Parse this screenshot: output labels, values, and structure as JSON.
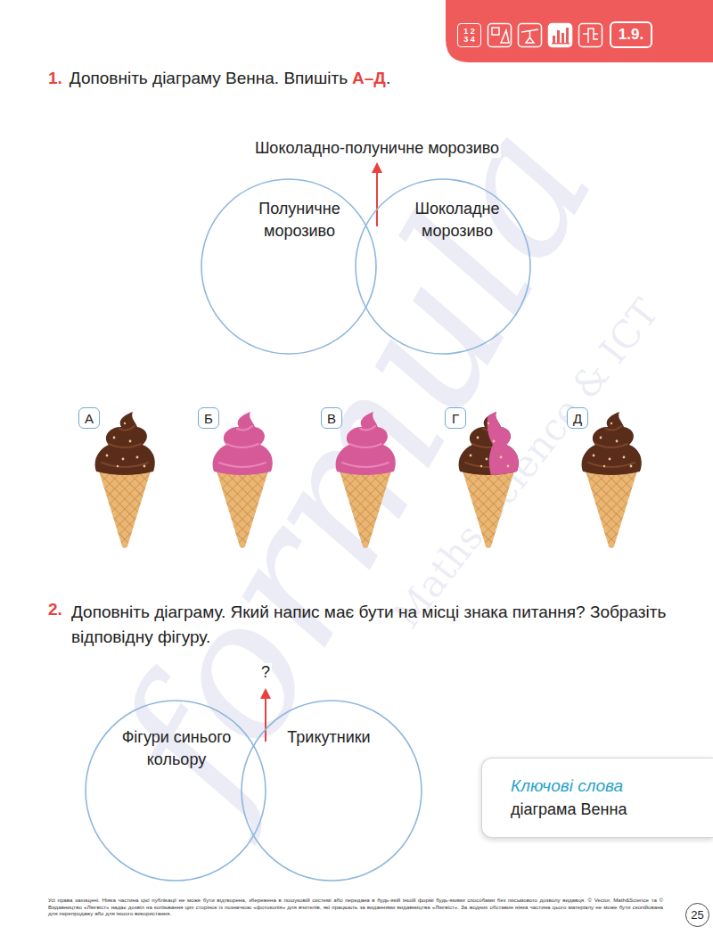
{
  "diagram": {
    "nodes": [
      {
        "text": [
          "1 2 3 4"
        ]
      },
      {
        "text": [
          "1.9."
        ]
      },
      {
        "text": [
          "Полуничне морозиво"
        ]
      },
      {
        "text": [
          "Шоколадне морозиво"
        ]
      },
      {
        "text": [
          "А"
        ]
      },
      {
        "text": [
          "Б"
        ]
      },
      {
        "text": [
          "В"
        ]
      },
      {
        "text": [
          "Г"
        ]
      },
      {
        "text": [
          "Д"
        ]
      },
      {
        "text": [
          "Фігури синього кольору"
        ]
      },
      {
        "text": [
          "Трикутники"
        ]
      },
      {
        "text": [
          "Ключові слова",
          "діаграма Венна"
        ]
      },
      {
        "text": [
          "25"
        ]
      }
    ],
    "labels": [
      "1.",
      "Доповніть діаграму Венна. Впишіть",
      "А–Д",
      ".",
      "Шоколадно-полуничне морозиво",
      "2.",
      "Доповніть діаграму. Який напис має бути на місці знака питання? Зобразіть відповідну фігуру.",
      "?",
      "Усі права захищені. Ніяка частина цієї публікації не може бути відтворена, збережена в пошуковій системі або передана в будь-якій іншій формі будь-якими способами без письмового дозволу видавця. © Vector. Math&Science та © Видавництво «Лінгвіст» надає дозвіл на копіювання цих сторінок із позначкою «фотокопія» для вчителів, які працюють за виданнями видавництва «Лінгвіст». За жодних обставин ніяка частина цього матеріалу не може бути скопійована для перепродажу або для іншого використання.",
      "formula",
      "Maths Science & ICT"
    ]
  }
}
